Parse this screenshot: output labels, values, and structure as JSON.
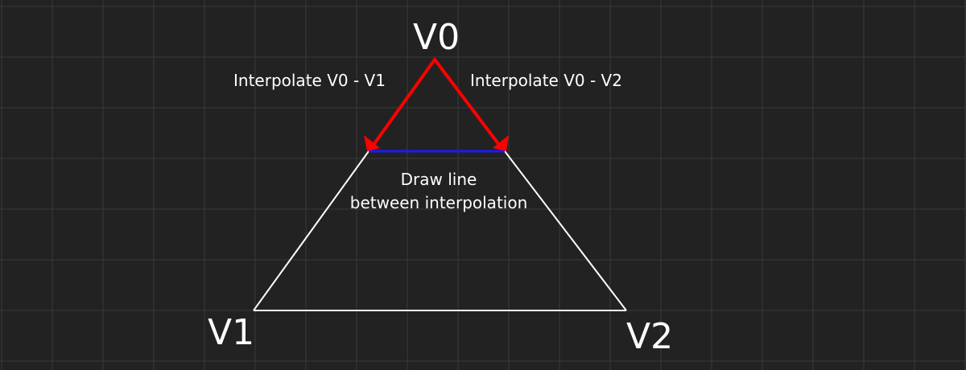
{
  "colors": {
    "background": "#222222",
    "grid": "#3a3a3a",
    "triangle": "#ffffff",
    "interpolation_arrows": "#ff0000",
    "interpolation_line": "#1a1aff",
    "text": "#ffffff"
  },
  "vertices": {
    "v0": "V0",
    "v1": "V1",
    "v2": "V2"
  },
  "annotations": {
    "left": "Interpolate V0 - V1",
    "right": "Interpolate V0 - V2",
    "center_line1": "Draw line",
    "center_line2": "between interpolation"
  }
}
